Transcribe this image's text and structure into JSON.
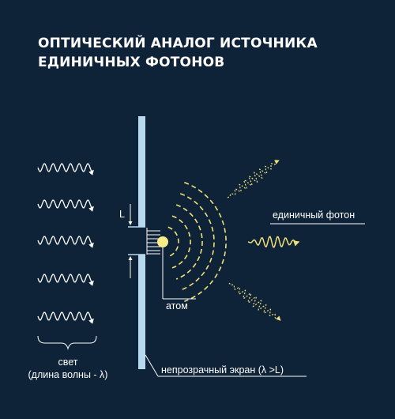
{
  "title": {
    "line1": "ОПТИЧЕСКИЙ АНАЛОГ ИСТОЧНИКА",
    "line2": "ЕДИНИЧНЫХ ФОТОНОВ"
  },
  "labels": {
    "distance": "L",
    "single_photon": "единичный фотон",
    "atom": "атом",
    "light_line1": "свет",
    "light_line2": "(длина волны - λ)",
    "screen": "непрозрачный экран (λ >L)"
  },
  "colors": {
    "background": "#0f2338",
    "screen": "#b8d8f0",
    "wave_white": "#ffffff",
    "atom": "#f6ec8a",
    "emission": "#efe07a"
  }
}
